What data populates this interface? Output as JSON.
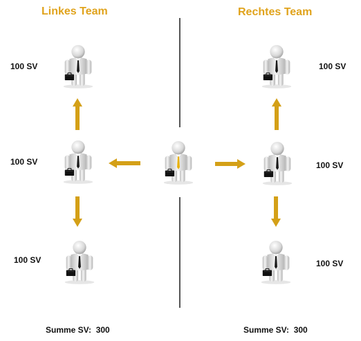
{
  "left_team": {
    "title": "Linkes Team",
    "top_sv": "100 SV",
    "middle_sv": "100 SV",
    "bottom_sv": "100 SV",
    "sum": "Summe SV:  300"
  },
  "right_team": {
    "title": "Rechtes Team",
    "top_sv": "100 SV",
    "middle_sv": "100 SV",
    "bottom_sv": "100 SV",
    "sum": "Summe SV:  300"
  },
  "colors": {
    "accent": "#e0a31c",
    "arrow": "#d4a017",
    "tie_center": "#e8b000",
    "tie_other": "#1a1a1a",
    "divider": "#555555"
  },
  "icons": {
    "person": "businessman-icon",
    "arrow": "arrow-icon"
  }
}
